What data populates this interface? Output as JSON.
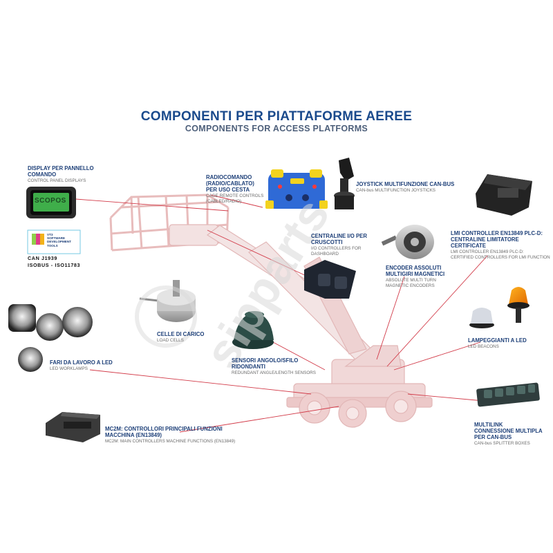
{
  "header": {
    "title_it": "COMPONENTI PER PIATTAFORME AEREE",
    "title_en": "COMPONENTS FOR ACCESS PLATFORMS"
  },
  "labels": {
    "display": {
      "it": "DISPLAY PER PANNELLO\nCOMANDO",
      "en": "CONTROL PANEL DISPLAYS"
    },
    "radio": {
      "it": "RADIOCOMANDO\n(RADIO/CABLATO)\nPER USO CESTA",
      "en": "CAGE REMOTE CONTROLS\n(CABLED/RADIO)"
    },
    "joystick": {
      "it": "JOYSTICK MULTIFUNZIONE CAN-bus",
      "en": "CAN-bus MULTIFUNCTION JOYSTICKS"
    },
    "lmi": {
      "it": "LMI CONTROLLER EN13849 PLC-D:\nCENTRALINE LIMITATORE CERTIFICATE",
      "en": "LMI CONTROLLER EN13849 PLC-D:\nCERTIFIED CONTROLLERS FOR LMI FUNCTION"
    },
    "io": {
      "it": "CENTRALINE I/O PER\nCRUSCOTTI",
      "en": "I/O CONTROLLERS FOR\nDASHBOARD"
    },
    "encoder": {
      "it": "ENCODER ASSOLUTI\nMULTIGIRI MAGNETICI",
      "en": "ABSOLUTE MULTI TURN\nMAGNETIC ENCODERS"
    },
    "load": {
      "it": "CELLE DI CARICO",
      "en": "LOAD CELLS"
    },
    "beacons": {
      "it": "LAMPEGGIANTI A LED",
      "en": "LED BEACONS"
    },
    "worklamps": {
      "it": "FARI DA LAVORO A LED",
      "en": "LED WORKLAMPS"
    },
    "sensors": {
      "it": "SENSORI ANGOLO/SFILO\nRIDONDANTI",
      "en": "REDUNDANT ANGLE/LENGTH SENSORS"
    },
    "mc2m": {
      "it": "MC2M: CONTROLLORI PRINCIPALI FUNZIONI\nMACCHINA (EN13849)",
      "en": "MC2M: MAIN CONTROLLERS MACHINE FUNCTIONS (EN13849)"
    },
    "multilink": {
      "it": "MULTILINK\nCONNESSIONE MULTIPLA\nPER CAN-bus",
      "en": "CAN-bus SPLITTER BOXES"
    }
  },
  "display_screen_text": "SCOPOS",
  "vt3_logo_text": "VT3\nSOFTWARE\nDEVELOPMENT\nTOOLS",
  "can_lines": [
    "CAN J1939",
    "ISOBUS - ISO11783"
  ],
  "watermark": "sipparts",
  "colors": {
    "title_blue": "#1a4a8c",
    "leader_red": "#d23a48",
    "machine_pink": "#f1dcdc"
  }
}
